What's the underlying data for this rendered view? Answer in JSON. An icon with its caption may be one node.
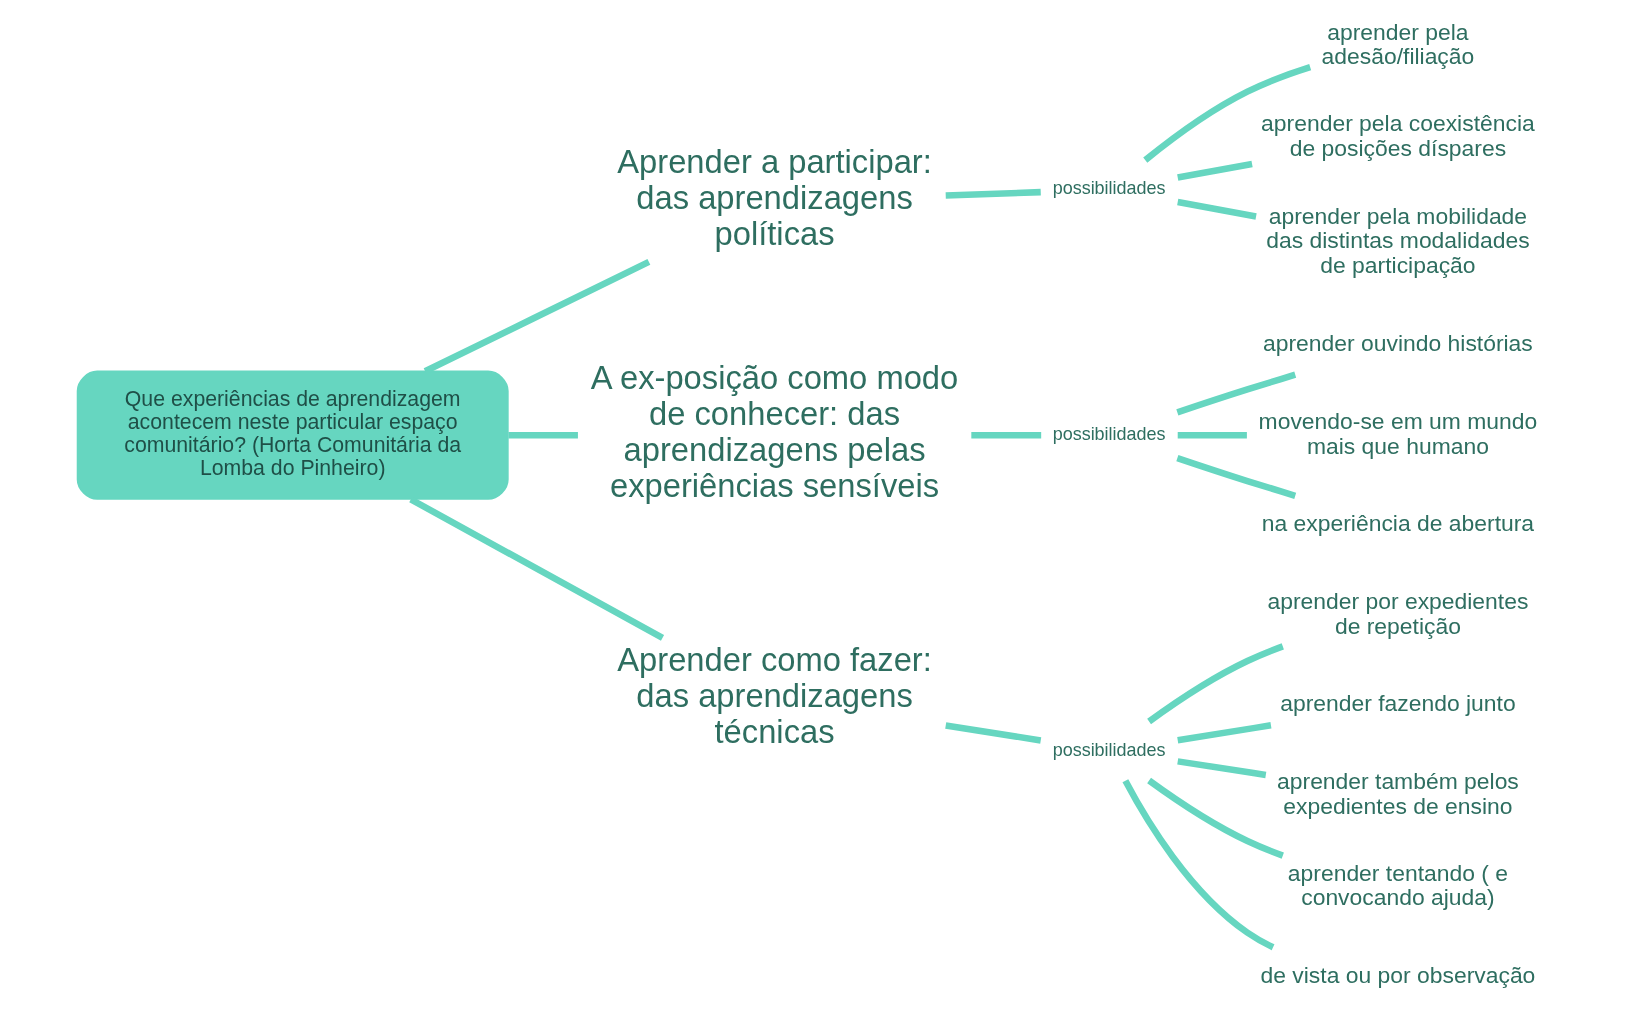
{
  "diagram": {
    "nodes": [
      {
        "text": [
          "Que experiências de aprendizagem acontecem neste particular espaço comunitário? (Horta Comunitária da Lomba do Pinheiro)"
        ]
      },
      {
        "text": [
          "Aprender a participar: das aprendizagens políticas"
        ]
      },
      {
        "text": [
          "possibilidades"
        ]
      },
      {
        "text": [
          "aprender pela adesão/filiação"
        ]
      },
      {
        "text": [
          "aprender pela coexistência de posições díspares"
        ]
      },
      {
        "text": [
          "aprender pela mobilidade das distintas modalidades de participação"
        ]
      },
      {
        "text": [
          "A ex-posição como modo de conhecer: das aprendizagens pelas experiências sensíveis"
        ]
      },
      {
        "text": [
          "possibilidades"
        ]
      },
      {
        "text": [
          "aprender ouvindo histórias"
        ]
      },
      {
        "text": [
          "movendo-se em um mundo mais que humano"
        ]
      },
      {
        "text": [
          "na experiência de abertura"
        ]
      },
      {
        "text": [
          "Aprender como fazer: das aprendizagens técnicas"
        ]
      },
      {
        "text": [
          "possibilidades"
        ]
      },
      {
        "text": [
          "aprender por expedientes de repetição"
        ]
      },
      {
        "text": [
          "aprender fazendo junto"
        ]
      },
      {
        "text": [
          "aprender também pelos expedientes de ensino"
        ]
      },
      {
        "text": [
          "aprender tentando ( e convocando ajuda)"
        ]
      },
      {
        "text": [
          "de vista ou por observação"
        ]
      }
    ],
    "edges": [
      {
        "from": 0,
        "to": 1,
        "arrow": "none"
      },
      {
        "from": 1,
        "to": 2,
        "arrow": "none"
      },
      {
        "from": 2,
        "to": 3,
        "arrow": "none"
      },
      {
        "from": 2,
        "to": 4,
        "arrow": "none"
      },
      {
        "from": 2,
        "to": 5,
        "arrow": "none"
      },
      {
        "from": 0,
        "to": 6,
        "arrow": "none"
      },
      {
        "from": 6,
        "to": 7,
        "arrow": "none"
      },
      {
        "from": 7,
        "to": 8,
        "arrow": "none"
      },
      {
        "from": 7,
        "to": 9,
        "arrow": "none"
      },
      {
        "from": 7,
        "to": 10,
        "arrow": "none"
      },
      {
        "from": 0,
        "to": 11,
        "arrow": "none"
      },
      {
        "from": 11,
        "to": 12,
        "arrow": "none"
      },
      {
        "from": 12,
        "to": 13,
        "arrow": "none"
      },
      {
        "from": 12,
        "to": 14,
        "arrow": "none"
      },
      {
        "from": 12,
        "to": 15,
        "arrow": "none"
      },
      {
        "from": 12,
        "to": 16,
        "arrow": "none"
      },
      {
        "from": 12,
        "to": 17,
        "arrow": "none"
      }
    ]
  }
}
